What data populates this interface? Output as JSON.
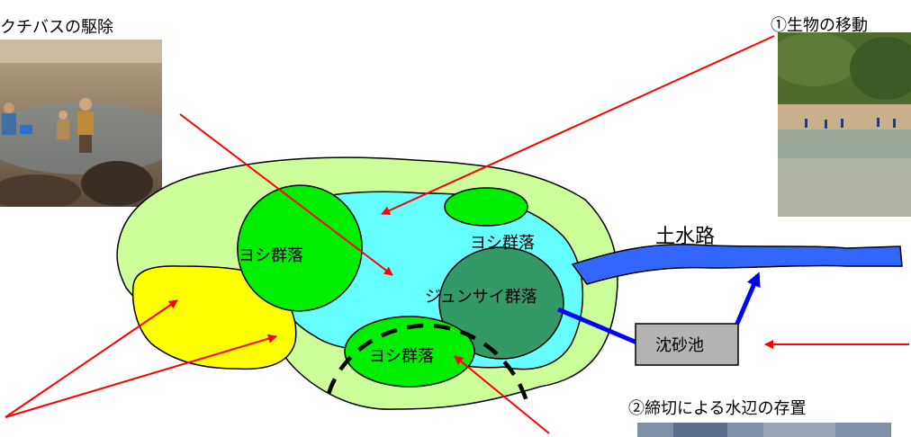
{
  "captions": {
    "top_left": "クチバスの駆除",
    "top_right": "①生物の移動",
    "bottom_right": "②締切による水辺の存置"
  },
  "labels": {
    "yoshi_left": "ヨシ群落",
    "yoshi_top_right": "ヨシ群落",
    "junsai": "ジュンサイ群落",
    "yoshi_bottom": "ヨシ群落",
    "tsuchi_suiro": "土水路",
    "chinsachi": "沈砂池"
  },
  "colors": {
    "light_green": "#ccff99",
    "green": "#00ee00",
    "cyan": "#66ffff",
    "yellow": "#ffff00",
    "dark_green": "#339966",
    "blue": "#0000ff",
    "channel_blue": "#3366ff",
    "arrow_red": "#ff0000",
    "gray_box": "#b3b3b3"
  }
}
